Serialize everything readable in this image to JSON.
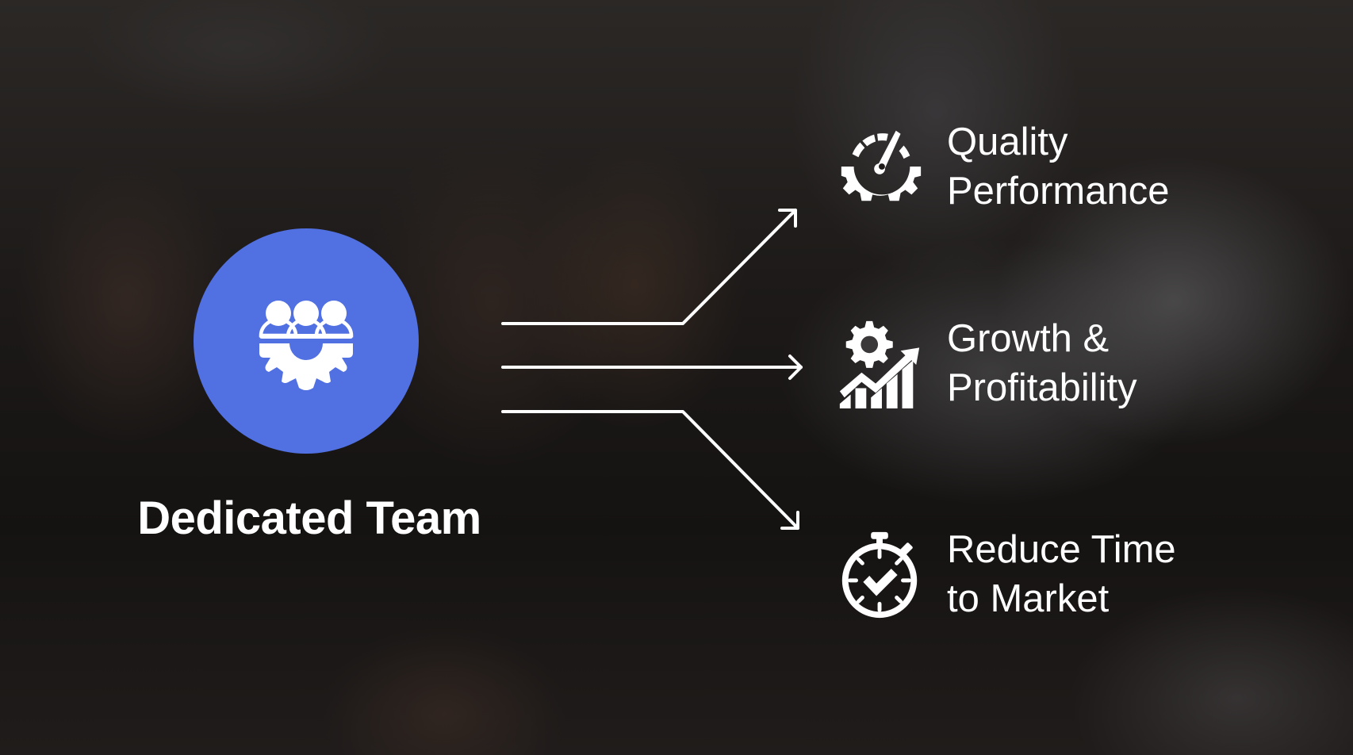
{
  "diagram": {
    "source": {
      "label": "Dedicated Team",
      "icon": "team-gear-icon",
      "circle_color": "#5170e2"
    },
    "outcomes": [
      {
        "icon": "speedometer-gear-icon",
        "line1": "Quality",
        "line2": "Performance"
      },
      {
        "icon": "growth-chart-gear-icon",
        "line1": "Growth &",
        "line2": "Profitability"
      },
      {
        "icon": "stopwatch-check-icon",
        "line1": "Reduce Time",
        "line2": "to Market"
      }
    ],
    "arrow_color": "#ffffff",
    "text_color": "#ffffff"
  }
}
